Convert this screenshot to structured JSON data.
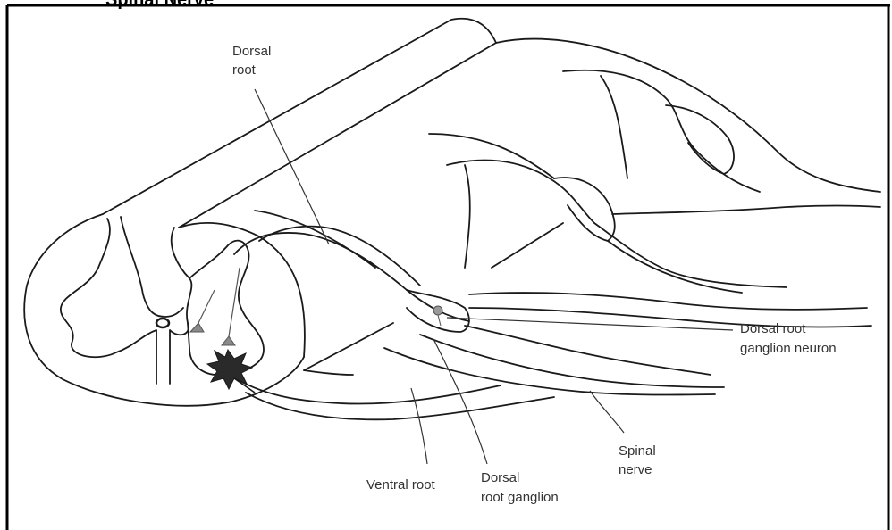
{
  "figure": {
    "title_fragment": "Spinal Nerve"
  },
  "labels": {
    "dorsal_root": [
      "Dorsal",
      "root"
    ],
    "dorsal_root_ganglion_neuron": [
      "Dorsal root",
      "ganglion neuron"
    ],
    "spinal_nerve": [
      "Spinal",
      "nerve"
    ],
    "ventral_root": [
      "Ventral root"
    ],
    "dorsal_root_ganglion": [
      "Dorsal",
      "root ganglion"
    ]
  },
  "colors": {
    "line": "#1a1a1a",
    "neuron_fill": "#2a2a2a",
    "neuron_soft": "#8a8a8a"
  }
}
